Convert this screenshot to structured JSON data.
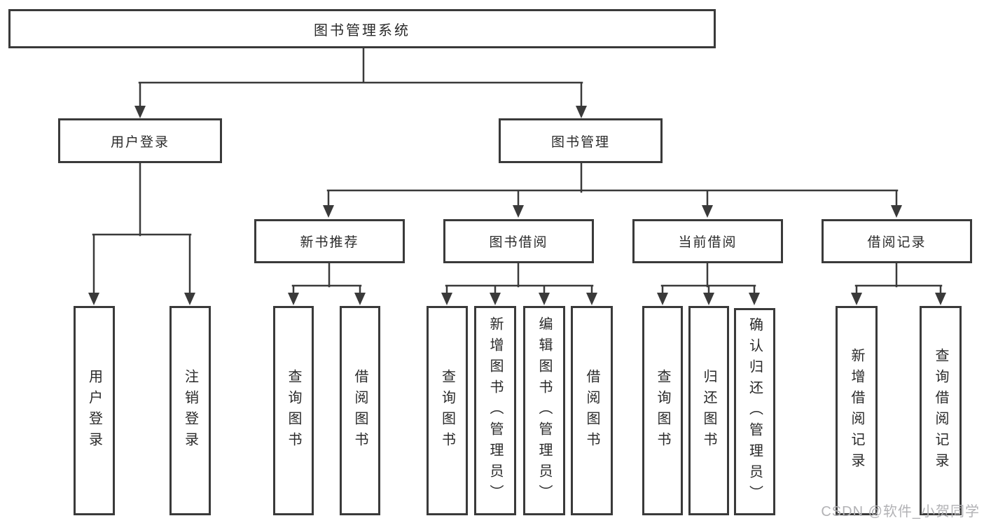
{
  "diagram": {
    "root": {
      "label": "图书管理系统"
    },
    "login": {
      "label": "用户登录",
      "children": [
        {
          "label": "用户登录"
        },
        {
          "label": "注销登录"
        }
      ]
    },
    "mgmt": {
      "label": "图书管理",
      "children": [
        {
          "label": "新书推荐",
          "children": [
            {
              "label": "查询图书"
            },
            {
              "label": "借阅图书"
            }
          ]
        },
        {
          "label": "图书借阅",
          "children": [
            {
              "label": "查询图书"
            },
            {
              "label": "新增图书（管理员）"
            },
            {
              "label": "编辑图书（管理员）"
            },
            {
              "label": "借阅图书"
            }
          ]
        },
        {
          "label": "当前借阅",
          "children": [
            {
              "label": "查询图书"
            },
            {
              "label": "归还图书"
            },
            {
              "label": "确认归还（管理员）"
            }
          ]
        },
        {
          "label": "借阅记录",
          "children": [
            {
              "label": "新增借阅记录"
            },
            {
              "label": "查询借阅记录"
            }
          ]
        }
      ]
    }
  },
  "watermark": {
    "text": "CSDN @软件_小贺同学"
  },
  "colors": {
    "line": "#3a3a3a",
    "text": "#2a2a2a",
    "watermark": "#b2b2b5",
    "background": "#ffffff"
  }
}
